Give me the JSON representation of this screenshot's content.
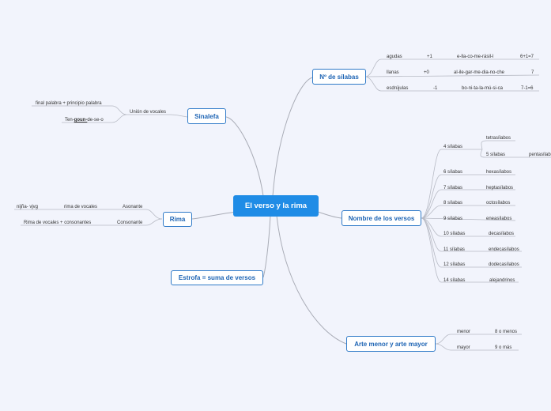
{
  "central": "El verso y la rima",
  "silabas": {
    "title": "Nº de sílabas",
    "rows": [
      {
        "type": "agudas",
        "delta": "+1",
        "example": "e-lla-co-me-rásil-l",
        "calc": "6+1=7"
      },
      {
        "type": "llanas",
        "delta": "+0",
        "example": "al-ile-gar-me-dia-no-che",
        "calc": "7"
      },
      {
        "type": "esdrújulas",
        "delta": "-1",
        "example": "bo-ni-ta-la-mú-si-ca",
        "calc": "7-1=6"
      }
    ]
  },
  "sinalefa": {
    "title": "Sinalefa",
    "child": "Unión de vocales",
    "grand1": "final palabra + principio palabra",
    "grand2_pre": "Ten-",
    "grand2_u": "goun-",
    "grand2_post": "de-se-o"
  },
  "rima": {
    "title": "Rima",
    "asonante": {
      "label": "Asonante",
      "desc": "rima de vocales",
      "example": "nijña- vjvg"
    },
    "consonante": {
      "label": "Consonante",
      "desc": "Rima de vocales + consonantes"
    }
  },
  "estrofa": {
    "title": "Estrofa = suma de versos"
  },
  "nombre": {
    "title": "Nombre de los versos",
    "four": {
      "label": "4 sílabas",
      "a": "tetrasílabos",
      "b": "5 sílabas",
      "b_name": "pentasílabos"
    },
    "rows": [
      {
        "n": "6 sílabas",
        "name": "hexasílabos"
      },
      {
        "n": "7 sílabas",
        "name": "heptasílabos"
      },
      {
        "n": "8 sílabas",
        "name": "octosílabos"
      },
      {
        "n": "9 sílabas",
        "name": "eneasílabos"
      },
      {
        "n": "10 sílabas",
        "name": "decasílabos"
      },
      {
        "n": "11 sílabas",
        "name": "endecasílabos"
      },
      {
        "n": "12 sílabas",
        "name": "dodecasílabos"
      },
      {
        "n": "14 sílabas",
        "name": "alejandrinos"
      }
    ]
  },
  "arte": {
    "title": "Arte menor y arte mayor",
    "menor": {
      "label": "menor",
      "value": "8 o menos"
    },
    "mayor": {
      "label": "mayor",
      "value": "9 o más"
    }
  }
}
